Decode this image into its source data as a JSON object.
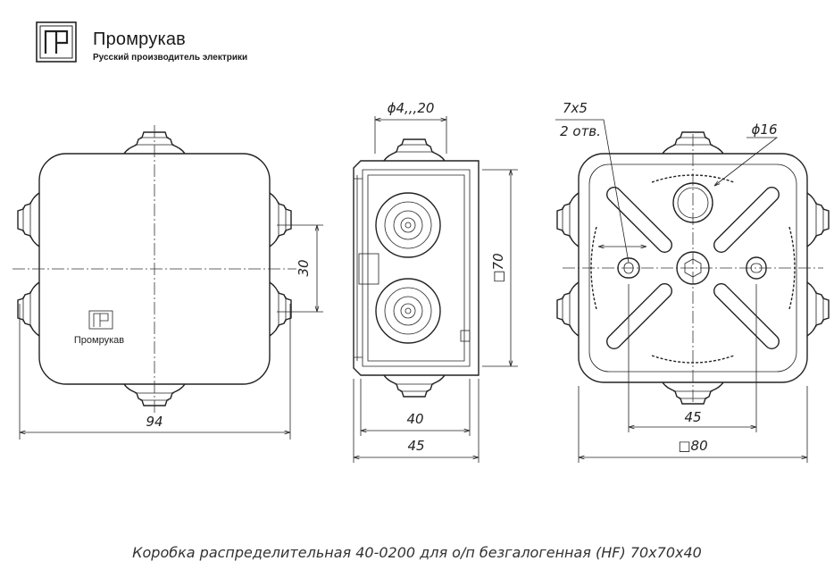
{
  "brand": {
    "name": "Промрукав",
    "tagline": "Русский производитель электрики",
    "logo_letters": "ПР"
  },
  "front_view": {
    "width_label": "94",
    "gap_label": "30",
    "lid_brand": "Промрукав"
  },
  "side_view": {
    "hole_label": "ϕ4,,,20",
    "height_label": "□70",
    "inner_depth_label": "40",
    "outer_depth_label": "45"
  },
  "inner_view": {
    "slot_label": "7x5",
    "slot_count_label": "2 отв.",
    "hole_label": "ϕ16",
    "slot_spacing_label": "45",
    "size_label": "□80"
  },
  "caption": "Коробка распределительная 40-0200 для о/п безгалогенная (HF) 70х70х40"
}
